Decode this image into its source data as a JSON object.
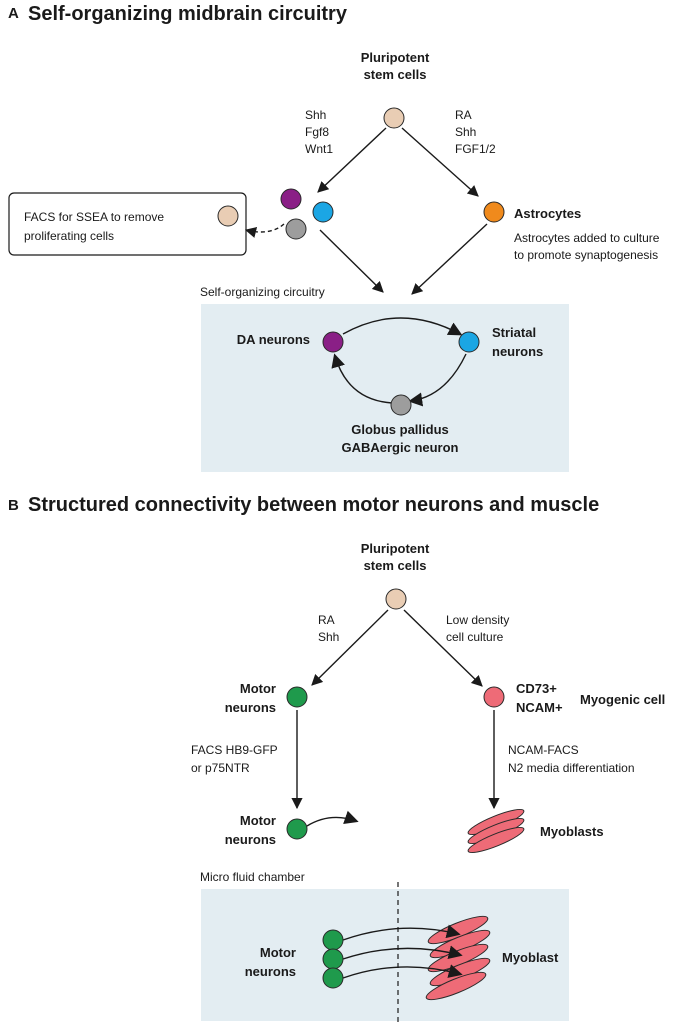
{
  "colors": {
    "stem": "#e9cdb4",
    "da": "#8a1f86",
    "striatal": "#1ba6e4",
    "gaba": "#9d9d9d",
    "astro": "#f08a1c",
    "motor": "#1f9a4c",
    "myo": "#ee6b77",
    "panel_bg": "#e3edf2"
  },
  "panel_a": {
    "letter": "A",
    "title": "Self-organizing midbrain circuitry",
    "stem_label": [
      "Pluripotent",
      "stem cells"
    ],
    "left_factors": [
      "Shh",
      "Fgf8",
      "Wnt1"
    ],
    "right_factors": [
      "RA",
      "Shh",
      "FGF1/2"
    ],
    "facs_box": [
      "FACS for SSEA to remove",
      "proliferating cells"
    ],
    "astro_label": "Astrocytes",
    "astro_note": [
      "Astrocytes added to culture",
      "to promote synaptogenesis"
    ],
    "circuitry_caption": "Self-organizing circuitry",
    "da_label": "DA neurons",
    "striatal_label": [
      "Striatal",
      "neurons"
    ],
    "gaba_label": [
      "Globus pallidus",
      "GABAergic neuron"
    ]
  },
  "panel_b": {
    "letter": "B",
    "title": "Structured connectivity between motor neurons and muscle",
    "stem_label": [
      "Pluripotent",
      "stem cells"
    ],
    "left_factors": [
      "RA",
      "Shh"
    ],
    "right_factors": [
      "Low density",
      "cell culture"
    ],
    "motor_label": [
      "Motor",
      "neurons"
    ],
    "cd_label": [
      "CD73+",
      "NCAM+"
    ],
    "myogenic_label": "Myogenic cell",
    "facs_left": [
      "FACS HB9-GFP",
      "or p75NTR"
    ],
    "facs_right": [
      "NCAM-FACS",
      "N2 media differentiation"
    ],
    "motor_label2": [
      "Motor",
      "neurons"
    ],
    "myoblasts_label": "Myoblasts",
    "chamber_caption": "Micro fluid chamber",
    "chamber_motor_label": [
      "Motor",
      "neurons"
    ],
    "chamber_myoblast_label": "Myoblast"
  }
}
